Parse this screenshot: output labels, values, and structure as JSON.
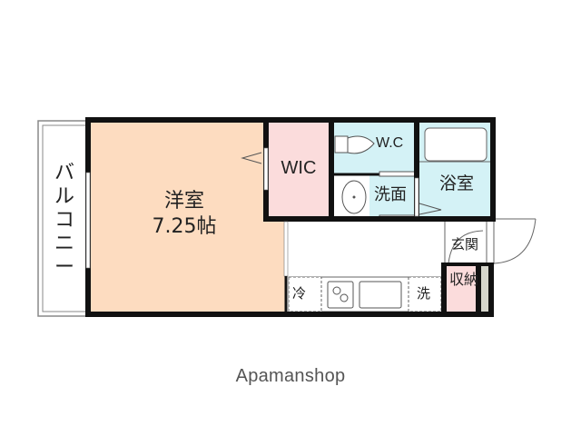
{
  "floor_plan": {
    "rooms": {
      "western_room": {
        "name": "洋室",
        "size": "7.25帖",
        "color": "#fddcc0"
      },
      "wic": {
        "name": "WIC",
        "color": "#fbdcdc"
      },
      "toilet": {
        "name": "W.C",
        "color": "#d4f2f6"
      },
      "washroom": {
        "name": "洗面",
        "color": "#d4f2f6"
      },
      "bathroom": {
        "name": "浴室",
        "color": "#d4f2f6"
      },
      "entrance": {
        "name": "玄関"
      },
      "storage": {
        "name": "収納",
        "color": "#fbdcdc"
      },
      "balcony": {
        "name": "バルコニー"
      }
    },
    "fixtures": {
      "fridge": "冷",
      "washer": "洗"
    }
  },
  "brand": {
    "name": "Apamanshop"
  },
  "colors": {
    "wall": "#111111",
    "outline": "#777777",
    "background": "#ffffff"
  }
}
